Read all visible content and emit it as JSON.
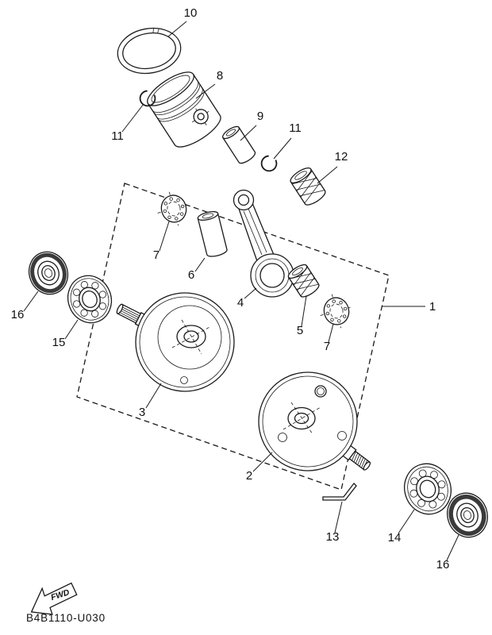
{
  "diagram": {
    "code": "B4B1110-U030",
    "fwd": "FWD",
    "colors": {
      "line": "#1a1a1a",
      "background": "#ffffff",
      "seal_band": "#3a3a3a"
    },
    "callouts": {
      "c1": "1",
      "c2": "2",
      "c3": "3",
      "c4": "4",
      "c5": "5",
      "c6": "6",
      "c7a": "7",
      "c7b": "7",
      "c8": "8",
      "c9": "9",
      "c10": "10",
      "c11a": "11",
      "c11b": "11",
      "c12": "12",
      "c13": "13",
      "c14": "14",
      "c15": "15",
      "c16a": "16",
      "c16b": "16"
    }
  }
}
